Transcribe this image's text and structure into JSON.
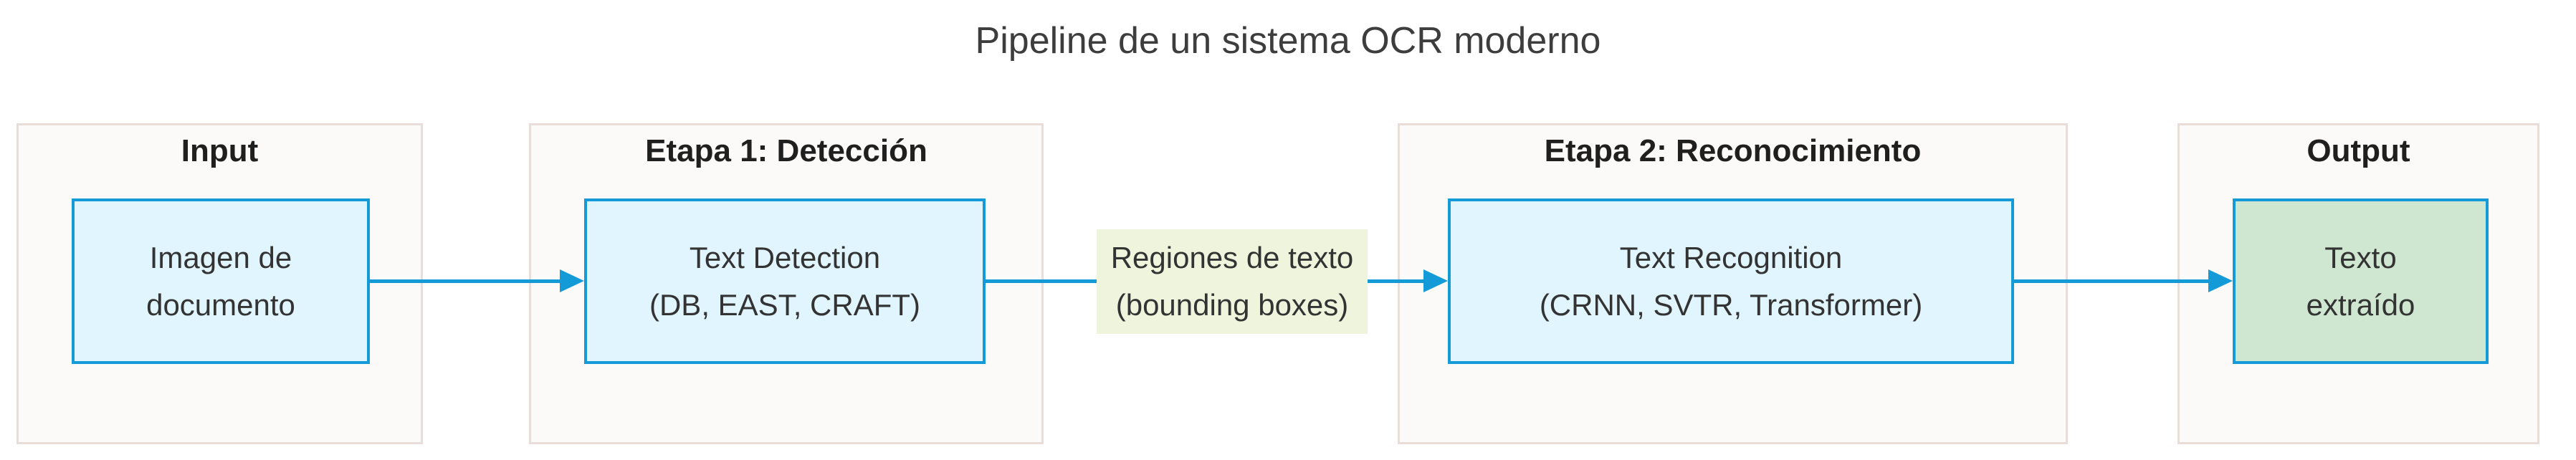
{
  "title": "Pipeline de un sistema OCR moderno",
  "subgraphs": [
    {
      "label": "Input"
    },
    {
      "label": "Etapa 1: Detección"
    },
    {
      "label": "Etapa 2: Reconocimiento"
    },
    {
      "label": "Output"
    }
  ],
  "nodes": [
    {
      "line1": "Imagen de",
      "line2": "documento"
    },
    {
      "line1": "Text Detection",
      "line2": "(DB, EAST, CRAFT)"
    },
    {
      "line1": "Text Recognition",
      "line2": "(CRNN, SVTR, Transformer)"
    },
    {
      "line1": "Texto",
      "line2": "extraído"
    }
  ],
  "edge_label": {
    "line1": "Regiones de texto",
    "line2": "(bounding boxes)"
  },
  "colors": {
    "arrow_and_node_border": "#149bd7",
    "node_fill_blue": "#e1f5fe",
    "node_fill_green": "#cfe7d0",
    "edge_label_bg": "#eff5dd",
    "subgraph_fill": "#fbfaf8",
    "subgraph_border": "#e8ddd8",
    "text": "#333333"
  }
}
